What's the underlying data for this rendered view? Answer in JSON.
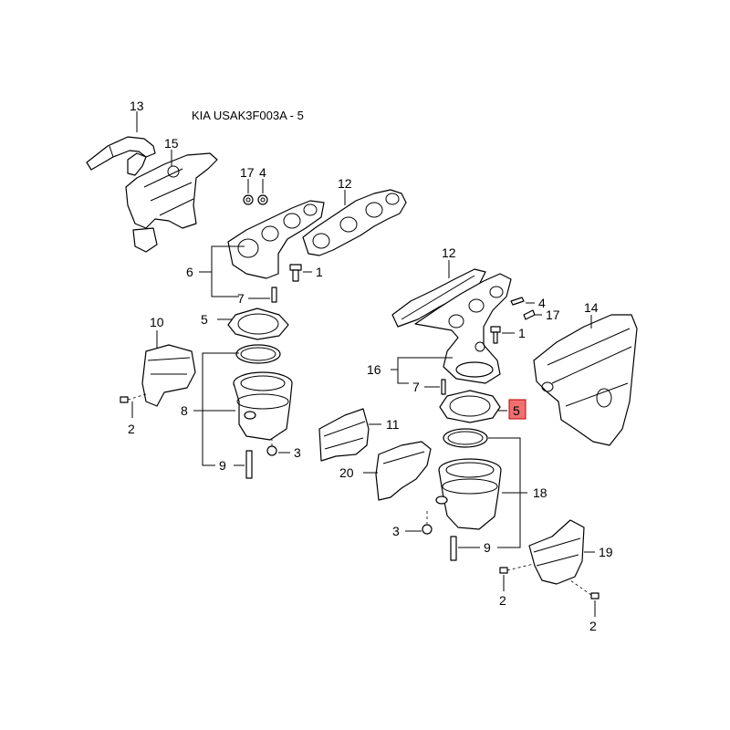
{
  "diagram": {
    "title": "KIA USAK3F003A - 5",
    "highlight_color": "#f07070",
    "highlighted_callout": "5",
    "callouts": {
      "c13": "13",
      "c15": "15",
      "c17a": "17",
      "c4a": "4",
      "c12a": "12",
      "c6": "6",
      "c1a": "1",
      "c7a": "7",
      "c10": "10",
      "c5a": "5",
      "c8": "8",
      "c2a": "2",
      "c3a": "3",
      "c9a": "9",
      "c12b": "12",
      "c4b": "4",
      "c17b": "17",
      "c1b": "1",
      "c14": "14",
      "c16": "16",
      "c7b": "7",
      "c5b": "5",
      "c11": "11",
      "c20": "20",
      "c18": "18",
      "c3b": "3",
      "c9b": "9",
      "c19": "19",
      "c2b": "2",
      "c2c": "2"
    }
  }
}
